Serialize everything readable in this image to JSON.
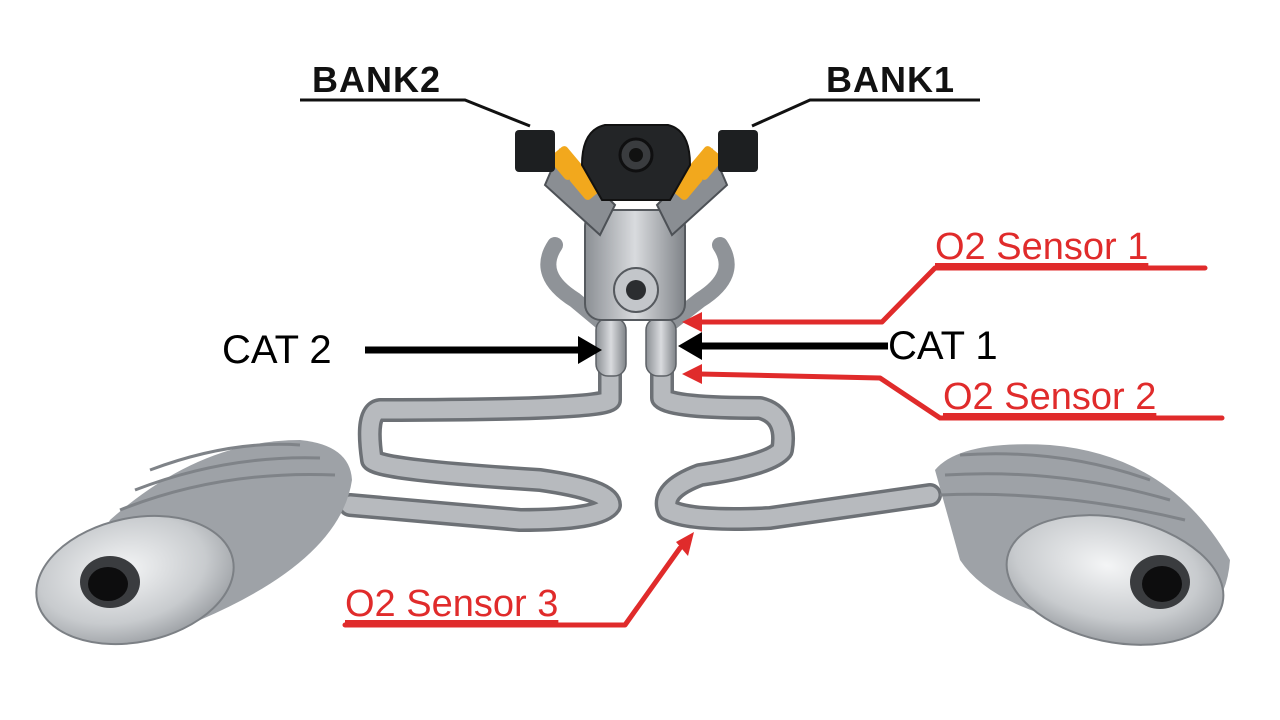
{
  "labels": {
    "bank2": "BANK2",
    "bank1": "BANK1",
    "cat2": "CAT 2",
    "cat1": "CAT 1",
    "o2_sensor_1": "O2 Sensor 1",
    "o2_sensor_2": "O2 Sensor 2",
    "o2_sensor_3": "O2 Sensor 3"
  },
  "colors": {
    "sensor_accent": "#e02b2b",
    "cat_arrow": "#000000",
    "engine_accent": "#f2a81d",
    "pipe_metal": "#a9adb2"
  }
}
